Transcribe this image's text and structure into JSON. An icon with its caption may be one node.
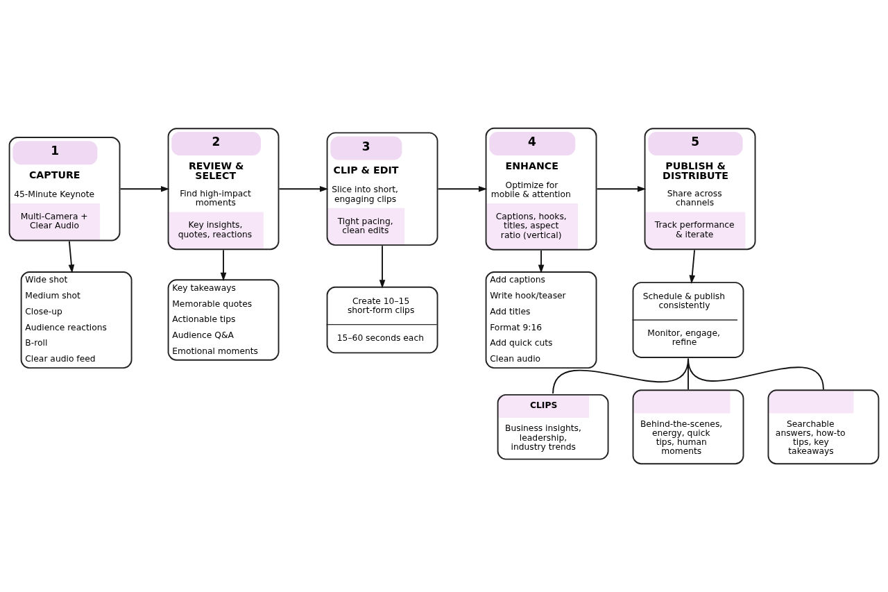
{
  "diagram": {
    "nodes": [
      {
        "text": [
          "1",
          "CAPTURE",
          "45-Minute Keynote",
          "Multi-Camera + Clear Audio"
        ]
      },
      {
        "text": [
          "2",
          "REVIEW & SELECT",
          "Find high-impact moments",
          "Key insights, quotes, reactions"
        ]
      },
      {
        "text": [
          "3",
          "CLIP & EDIT",
          "Slice into short, engaging clips",
          "Tight pacing, clean edits"
        ]
      },
      {
        "text": [
          "4",
          "ENHANCE",
          "Optimize for mobile & attention",
          "Captions, hooks, titles, aspect ratio (vertical)"
        ]
      },
      {
        "text": [
          "5",
          "PUBLISH & DISTRIBUTE",
          "Share across channels",
          "Track performance & iterate"
        ]
      },
      {
        "text": [
          "Wide shot",
          "Medium shot",
          "Close-up",
          "Audience reactions",
          "B-roll",
          "Clear audio feed"
        ]
      },
      {
        "text": [
          "Key takeaways",
          "Memorable quotes",
          "Actionable tips",
          "Audience Q&A",
          "Emotional moments"
        ]
      },
      {
        "text": [
          "Create 10–15 short-form clips",
          "15–60 seconds each"
        ]
      },
      {
        "text": [
          "Add captions",
          "Write hook/teaser",
          "Add titles",
          "Format 9:16",
          "Add quick cuts",
          "Clean audio"
        ]
      },
      {
        "text": [
          "Schedule & publish consistently",
          "Monitor, engage, refine"
        ]
      },
      {
        "text": [
          "CLIPS",
          "Business insights, leadership, industry trends"
        ]
      },
      {
        "text": [
          "Behind-the-scenes, energy, quick tips, human moments"
        ]
      },
      {
        "text": [
          "Searchable answers, how-to tips, key takeaways"
        ]
      }
    ],
    "edges": [
      {
        "from": 0,
        "to": 1,
        "arrow": "to"
      },
      {
        "from": 1,
        "to": 2,
        "arrow": "to"
      },
      {
        "from": 2,
        "to": 3,
        "arrow": "to"
      },
      {
        "from": 3,
        "to": 4,
        "arrow": "to"
      },
      {
        "from": 0,
        "to": 5,
        "arrow": "to"
      },
      {
        "from": 1,
        "to": 6,
        "arrow": "to"
      },
      {
        "from": 2,
        "to": 7,
        "arrow": "to"
      },
      {
        "from": 3,
        "to": 8,
        "arrow": "to"
      },
      {
        "from": 4,
        "to": 9,
        "arrow": "to"
      },
      {
        "from": 9,
        "to": 10,
        "arrow": "none"
      },
      {
        "from": 9,
        "to": 11,
        "arrow": "none"
      },
      {
        "from": 9,
        "to": 12,
        "arrow": "none"
      }
    ]
  }
}
